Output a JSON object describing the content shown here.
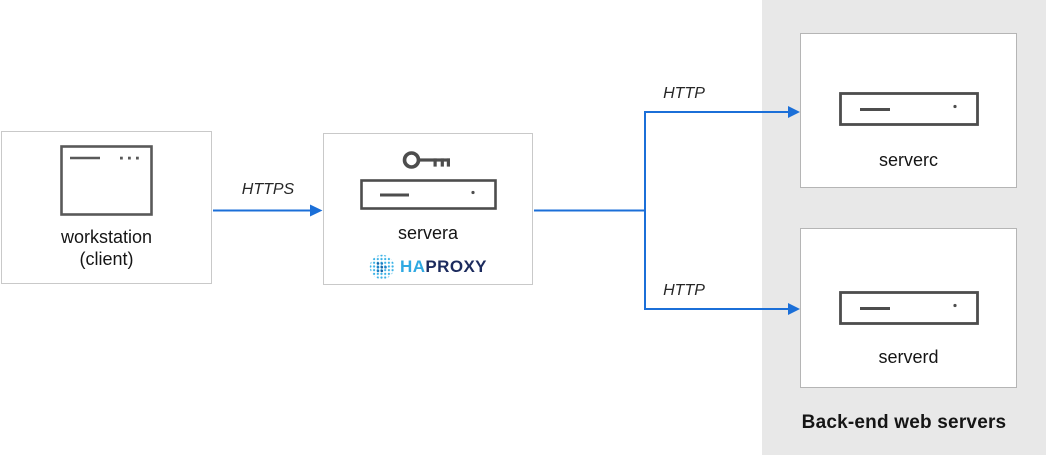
{
  "colors": {
    "arrow_blue": "#1b6fd8",
    "panel_gray": "#e8e8e8",
    "icon_gray": "#4d4d4d",
    "haproxy_light_blue": "#2fa9e2",
    "haproxy_dark_blue": "#1c2b5e"
  },
  "panel": {
    "label": "Back-end web servers"
  },
  "nodes": {
    "workstation": {
      "label_line1": "workstation",
      "label_line2": "(client)",
      "icon": "browser-window-icon"
    },
    "servera": {
      "label": "servera",
      "icons": [
        "key-icon",
        "server-icon"
      ],
      "logo": {
        "icon": "haproxy-dots-icon",
        "ha": "HA",
        "proxy": "PROXY"
      }
    },
    "serverc": {
      "label": "serverc",
      "icon": "server-icon"
    },
    "serverd": {
      "label": "serverd",
      "icon": "server-icon"
    }
  },
  "edges": {
    "workstation_to_servera": {
      "label": "HTTPS"
    },
    "servera_to_serverc": {
      "label": "HTTP"
    },
    "servera_to_serverd": {
      "label": "HTTP"
    }
  }
}
